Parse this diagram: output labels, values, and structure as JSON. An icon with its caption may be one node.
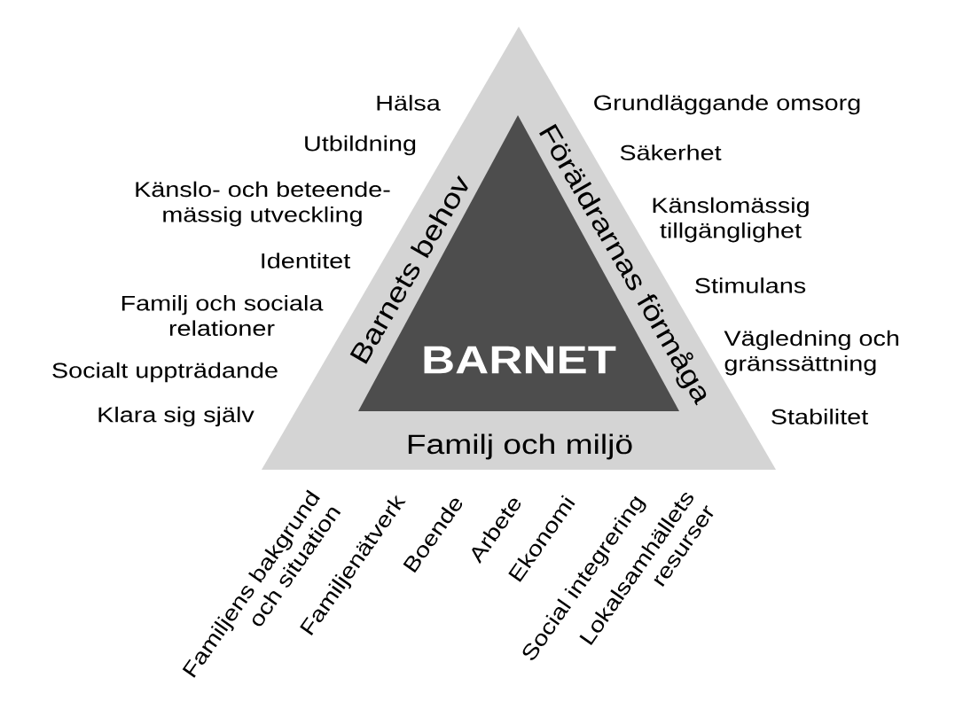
{
  "diagram": {
    "nodes": [
      {
        "text": [
          "Barnets behov",
          "Föräldrarnas förmåga",
          "Familj och miljö"
        ]
      },
      {
        "text": [
          "BARNET"
        ],
        "in": 0
      }
    ],
    "labels": [
      "Hälsa",
      "Utbildning",
      "Känslo- och beteende- mässig utveckling",
      "Identitet",
      "Familj och sociala relationer",
      "Socialt uppträdande",
      "Klara sig själv",
      "Grundläggande omsorg",
      "Säkerhet",
      "Känslomässig tillgänglighet",
      "Stimulans",
      "Vägledning och gränssättning",
      "Stabilitet",
      "Familjens bakgrund och situation",
      "Familjenätverk",
      "Boende",
      "Arbete",
      "Ekonomi",
      "Social integrering",
      "Lokalsamhällets resurser"
    ]
  }
}
